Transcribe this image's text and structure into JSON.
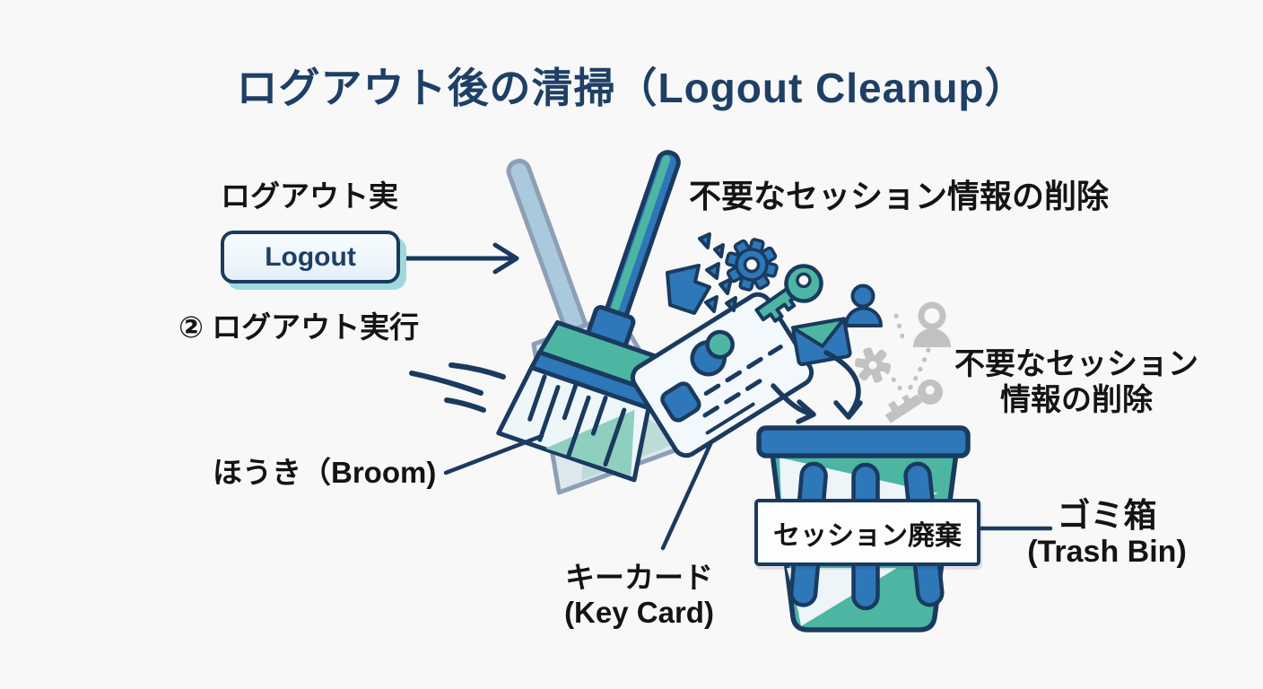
{
  "title": "ログアウト後の清掃（Logout Cleanup）",
  "button": {
    "label": "Logout"
  },
  "labels": {
    "logout_exec_top": "ログアウト実",
    "step2": "② ログアウト実行",
    "session_delete_top": "不要なセッション情報の削除",
    "session_delete_right_line1": "不要なセッション",
    "session_delete_right_line2": "情報の削除",
    "broom": "ほうき（Broom)",
    "keycard_line1": "キーカード",
    "keycard_line2": "(Key Card)",
    "bin_tag": "セッション廃棄",
    "trash_line1": "ゴミ箱",
    "trash_line2": "(Trash Bin)"
  },
  "icons": [
    "broom-icon",
    "ghost-broom-icon",
    "key-card-icon",
    "gear-icon",
    "key-icon",
    "user-icon",
    "envelope-icon",
    "shards-icon",
    "trash-bin-icon",
    "faded-user-icon",
    "faded-gear-icon",
    "faded-key-icon",
    "arrow-right-icon",
    "curved-arrow-icon",
    "motion-lines-icon"
  ],
  "colors": {
    "navy": "#1a3a5f",
    "blue": "#2e77b8",
    "teal": "#4cb6a3",
    "tealSoft": "#8ecfc0",
    "lightFill": "#eef6fa",
    "cardFill": "#f2f8fb",
    "ghostFill": "#aac9dc",
    "ghostStroke": "#8d9fb4",
    "ghostHead": "#dce8ee",
    "grayIcon": "#c2c2c2",
    "titleColor": "#1e3f66",
    "textColor": "#141414",
    "bg": "#f7f8f7",
    "btnShadow": "#9fd8de",
    "boxBg": "#fbfdfe",
    "wedgeWhite": "#edf5f8"
  }
}
